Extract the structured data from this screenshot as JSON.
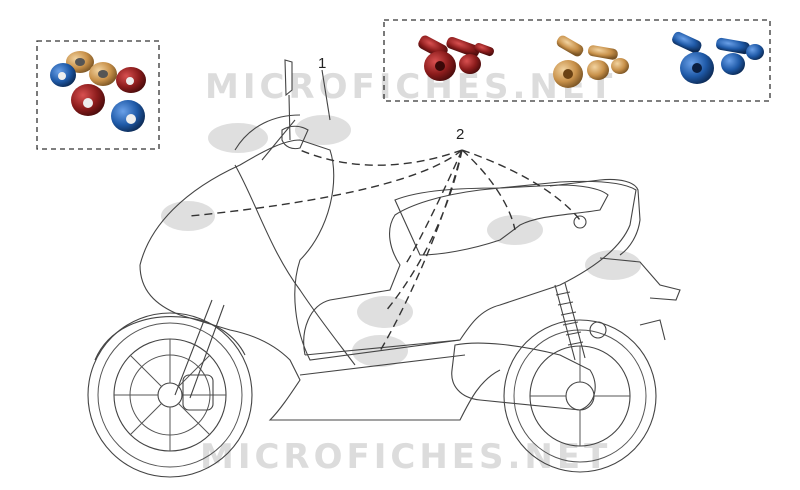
{
  "callouts": {
    "part_1": "1",
    "part_2": "2"
  },
  "watermark": "MICROFICHES.NET",
  "colors": {
    "red_anodized": "#8c1c1c",
    "gold_anodized": "#c8914a",
    "blue_anodized": "#1f5aa8",
    "highlight_spot": "#d9d9d9"
  }
}
